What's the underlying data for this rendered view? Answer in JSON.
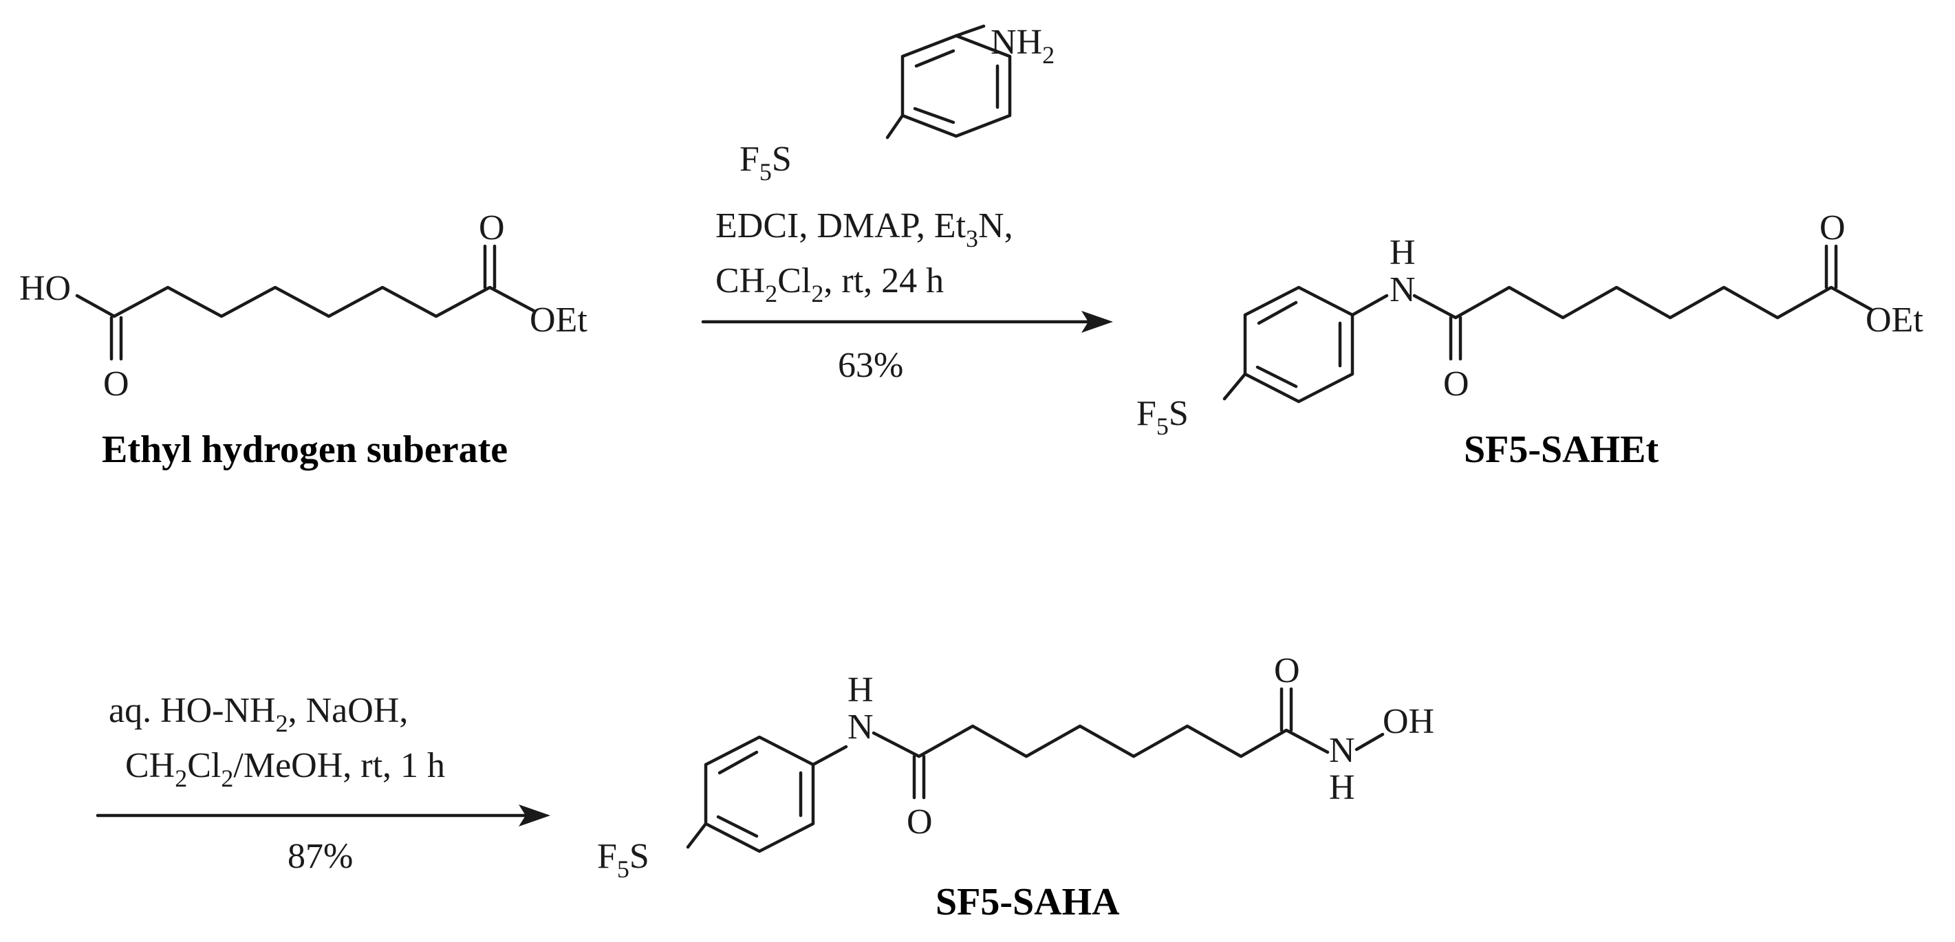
{
  "reaction_scheme": {
    "step1": {
      "reagent_top": {
        "amine_label": "NH",
        "amine_sub": "2",
        "sf5_label": "F",
        "sf5_sub": "5",
        "sf5_s": "S"
      },
      "conditions": {
        "line1": "EDCI, DMAP, Et",
        "line1_sub": "3",
        "line1_end": "N,",
        "line2_a": "CH",
        "line2_sub1": "2",
        "line2_b": "Cl",
        "line2_sub2": "2",
        "line2_end": ", rt, 24 h"
      },
      "yield": "63%"
    },
    "step2": {
      "conditions": {
        "line1_a": "aq. HO-NH",
        "line1_sub": "2",
        "line1_end": ", NaOH,",
        "line2_a": "CH",
        "line2_sub1": "2",
        "line2_b": "Cl",
        "line2_sub2": "2",
        "line2_end": "/MeOH, rt, 1 h"
      },
      "yield": "87%"
    },
    "start_material": {
      "name": "Ethyl hydrogen suberate",
      "ho_label": "HO",
      "o_top": "O",
      "o_bottom": "O",
      "oet_label": "OEt"
    },
    "intermediate": {
      "name": "SF5-SAHEt",
      "h_label": "H",
      "n_label": "N",
      "o_amide": "O",
      "o_ester": "O",
      "oet_label": "OEt",
      "sf5_label": "F",
      "sf5_sub": "5",
      "sf5_s": "S"
    },
    "product": {
      "name": "SF5-SAHA",
      "h_label": "H",
      "n_label": "N",
      "o_amide": "O",
      "o_acid": "O",
      "oh_label": "OH",
      "n2_label": "N",
      "h2_label": "H",
      "sf5_label": "F",
      "sf5_sub": "5",
      "sf5_s": "S"
    }
  }
}
